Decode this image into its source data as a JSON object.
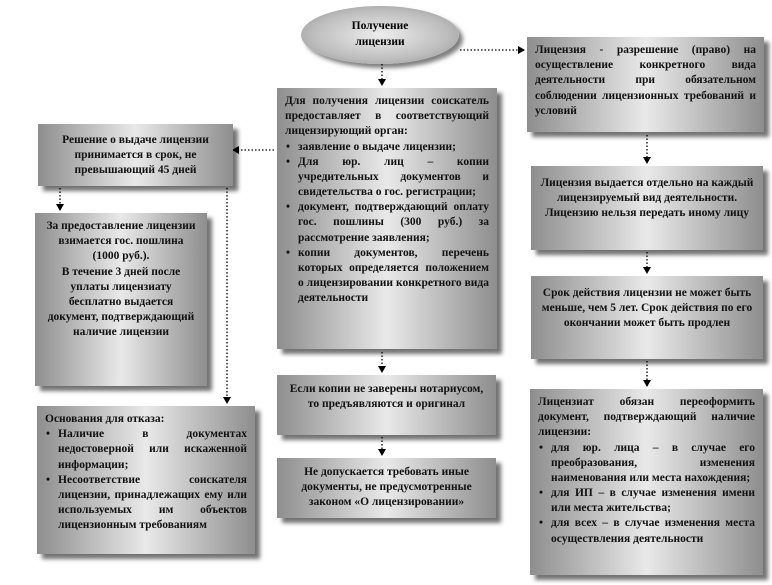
{
  "title": "Получение лицензии",
  "definition": "Лицензия - разрешение (право) на осуществление конкретного вида деятельности при обязательном соблюдении лицензионных требований и условий",
  "application": {
    "intro": "Для получения лицензии соискатель предоставляет в соответствующий лицензирующий орган:",
    "items": [
      "заявление о выдаче лицензии;",
      "Для юр. лиц – копии учредительных документов и свидетельства о гос. регистрации;",
      "документ, подтверждающий оплату гос. пошлины (300 руб.) за рассмотрение заявления;",
      "копии документов, перечень которых определяется положением о лицензировании конкретного вида деятельности"
    ]
  },
  "decision": "Решение о выдаче лицензии принимается в срок, не превышающий 45 дней",
  "fee": {
    "line1": "За предоставление лицензии взимается гос. пошлина",
    "line2": "(1000 руб.).",
    "line3": "В течение 3 дней после уплаты лицензиату бесплатно выдается документ, подтверждающий наличие лицензии"
  },
  "refusal": {
    "intro": "Основания для отказа:",
    "items": [
      "Наличие в документах недостоверной или искаженной информации;",
      "Несоответствие соискателя лицензии, принадлежащих ему или используемых им объектов лицензионным требованиям"
    ]
  },
  "copies": "Если копии не заверены нотариусом, то предъявляются и оригинал",
  "noextra": "Не допускается требовать иные документы, не предусмотренные законом «О лицензировании»",
  "separate": "Лицензия выдается отдельно на каждый лицензируемый вид деятельности. Лицензию нельзя передать иному лицу",
  "term": "Срок действия лицензии не может быть меньше, чем 5 лет. Срок действия по его окончании может быть продлен",
  "reissue": {
    "intro": "Лицензиат обязан переоформить документ, подтверждающий наличие лицензии:",
    "items": [
      "для юр. лица – в случае его преобразования, изменения наименования или места нахождения;",
      "для ИП – в случае изменения имени или места жительства;",
      "для всех – в случае изменения места осуществления деятельности"
    ]
  }
}
